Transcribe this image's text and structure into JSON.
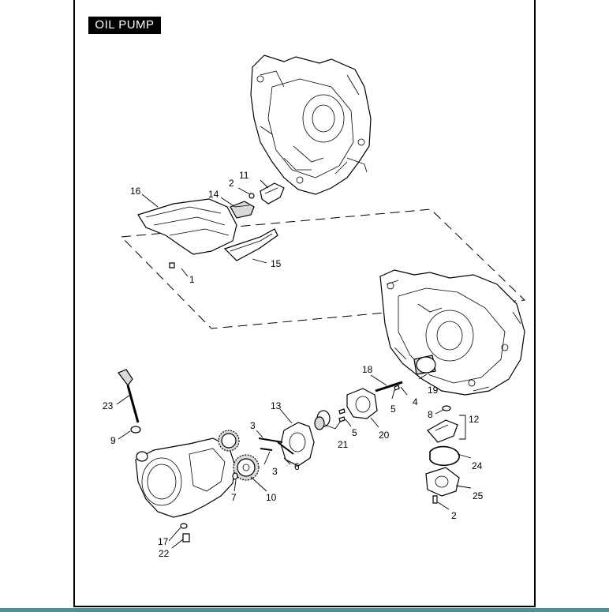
{
  "title": "OIL PUMP",
  "callouts": {
    "c1": "1",
    "c2a": "2",
    "c2b": "2",
    "c3a": "3",
    "c3b": "3",
    "c4": "4",
    "c5a": "5",
    "c5b": "5",
    "c6": "6",
    "c7": "7",
    "c8": "8",
    "c9": "9",
    "c10": "10",
    "c11": "11",
    "c12": "12",
    "c13": "13",
    "c14": "14",
    "c15": "15",
    "c16": "16",
    "c17": "17",
    "c18": "18",
    "c19": "19",
    "c20": "20",
    "c21": "21",
    "c22": "22",
    "c23": "23",
    "c24": "24",
    "c25": "25"
  },
  "colors": {
    "title_bg": "#000000",
    "title_fg": "#ffffff",
    "bottom_bar": "#4e8fa3"
  }
}
